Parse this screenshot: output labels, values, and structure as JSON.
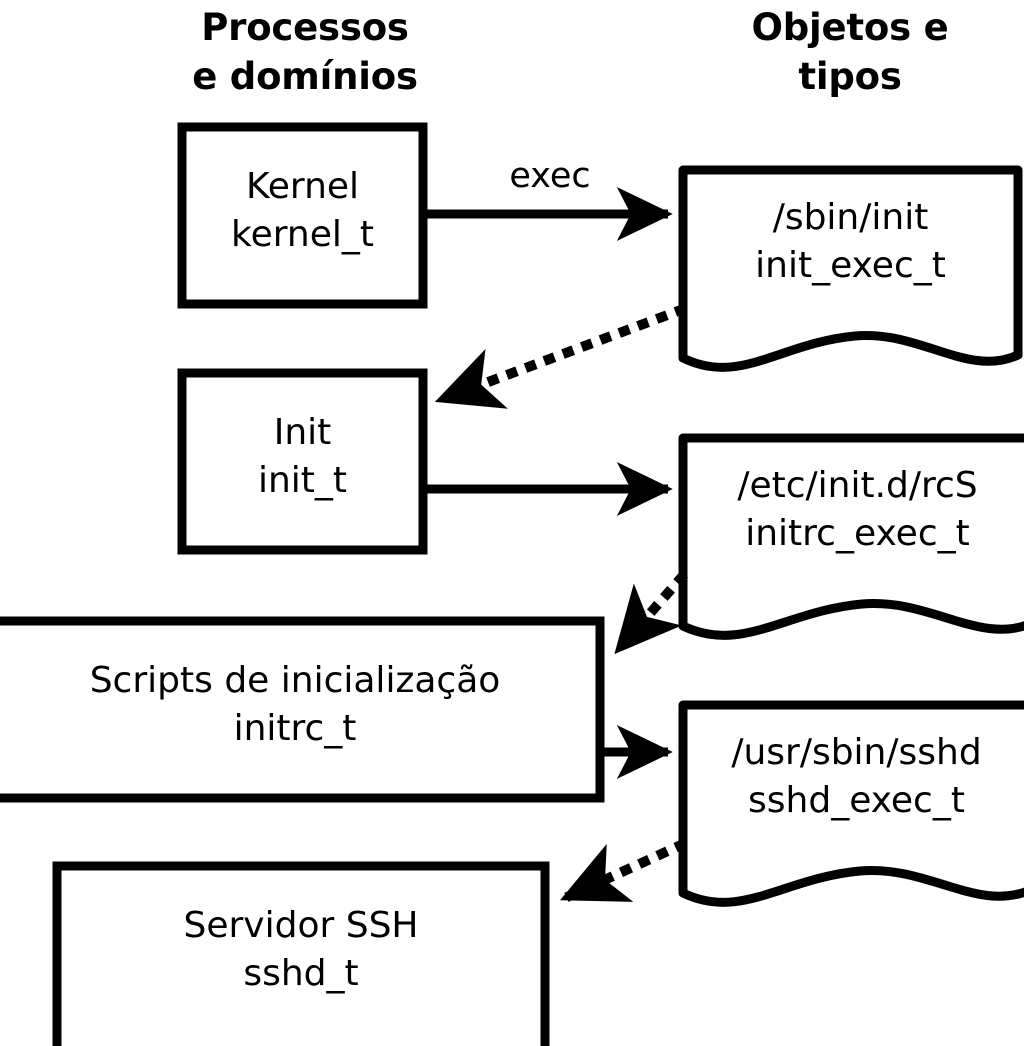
{
  "diagram": {
    "title_columns": {
      "processes": "Processos\ne domínios",
      "objects": "Objetos e\ntipos"
    },
    "colors": {
      "stroke": "#000000",
      "fill": "#ffffff",
      "text": "#000000"
    },
    "process_nodes": [
      {
        "id": "kernel",
        "name": "Kernel",
        "type": "kernel_t",
        "label": "Kernel\nkernel_t"
      },
      {
        "id": "init",
        "name": "Init",
        "type": "init_t",
        "label": "Init\ninit_t"
      },
      {
        "id": "initrc",
        "name": "Scripts de inicialização",
        "type": "initrc_t",
        "label": "Scripts de inicialização\ninitrc_t"
      },
      {
        "id": "sshd",
        "name": "Servidor SSH",
        "type": "sshd_t",
        "label": "Servidor SSH\nsshd_t"
      }
    ],
    "object_nodes": [
      {
        "id": "init_exec",
        "path": "/sbin/init",
        "type": "init_exec_t",
        "label": "/sbin/init\ninit_exec_t"
      },
      {
        "id": "initrc_exec",
        "path": "/etc/init.d/rcS",
        "type": "initrc_exec_t",
        "label": "/etc/init.d/rcS\ninitrc_exec_t"
      },
      {
        "id": "sshd_exec",
        "path": "/usr/sbin/sshd",
        "type": "sshd_exec_t",
        "label": "/usr/sbin/sshd\nsshd_exec_t"
      }
    ],
    "edges": [
      {
        "id": "kernel-to-init_exec",
        "from": "kernel",
        "to": "init_exec",
        "style": "solid",
        "label": "exec"
      },
      {
        "id": "init_exec-to-init",
        "from": "init_exec",
        "to": "init",
        "style": "dotted",
        "label": ""
      },
      {
        "id": "init-to-initrc_exec",
        "from": "init",
        "to": "initrc_exec",
        "style": "solid",
        "label": ""
      },
      {
        "id": "initrc_exec-to-initrc",
        "from": "initrc_exec",
        "to": "initrc",
        "style": "dotted",
        "label": ""
      },
      {
        "id": "initrc-to-sshd_exec",
        "from": "initrc",
        "to": "sshd_exec",
        "style": "solid",
        "label": ""
      },
      {
        "id": "sshd_exec-to-sshd",
        "from": "sshd_exec",
        "to": "sshd",
        "style": "dotted",
        "label": ""
      }
    ]
  }
}
